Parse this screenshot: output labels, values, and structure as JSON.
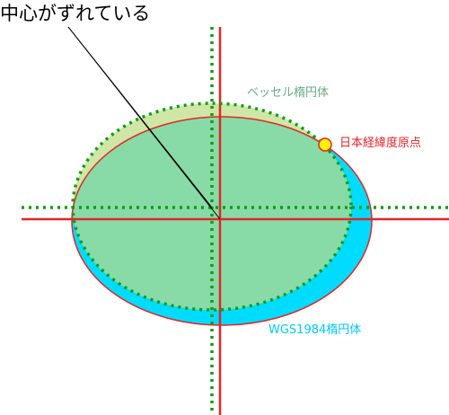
{
  "labels": {
    "offset_caption": "中心がずれている",
    "bessel": "ベッセル楕円体",
    "datum_origin": "日本経緯度原点",
    "wgs84": "WGS1984楕円体"
  },
  "colors": {
    "wgs84_fill": "#00dcff",
    "wgs84_outline": "#e0262a",
    "bessel_fill": "#cfe6a6",
    "overlap_fill": "#88dba6",
    "bessel_dotted": "#129a18",
    "red_axes": "#e0262a",
    "green_axes": "#129a18",
    "origin_marker_fill": "#fff200",
    "origin_marker_stroke": "#e0262a",
    "bessel_label": "#6aa886",
    "wgs84_label": "#00c8ee",
    "origin_label": "#e0262a",
    "caption": "#000000"
  }
}
